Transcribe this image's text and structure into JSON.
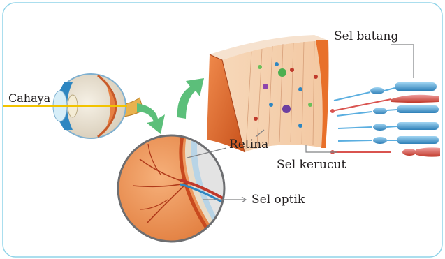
{
  "labels": {
    "light": "Cahaya",
    "rod_cell": "Sel batang",
    "cone_cell": "Sel kerucut",
    "retina": "Retina",
    "optic_cell": "Sel optik"
  },
  "colors": {
    "frame_border": "#8fd3e8",
    "arrow_green": "#5cbf7a",
    "light_beam": "#f2c300",
    "iris_blue": "#2e86c1",
    "retina_orange": "#e8702a",
    "rod_blue": "#5aaee0",
    "cone_red": "#d9534f"
  },
  "icons": {
    "eye": "eyeball-cross-section-icon",
    "magnifier": "retina-magnified-circle-icon",
    "tissue": "retina-tissue-block-icon"
  }
}
